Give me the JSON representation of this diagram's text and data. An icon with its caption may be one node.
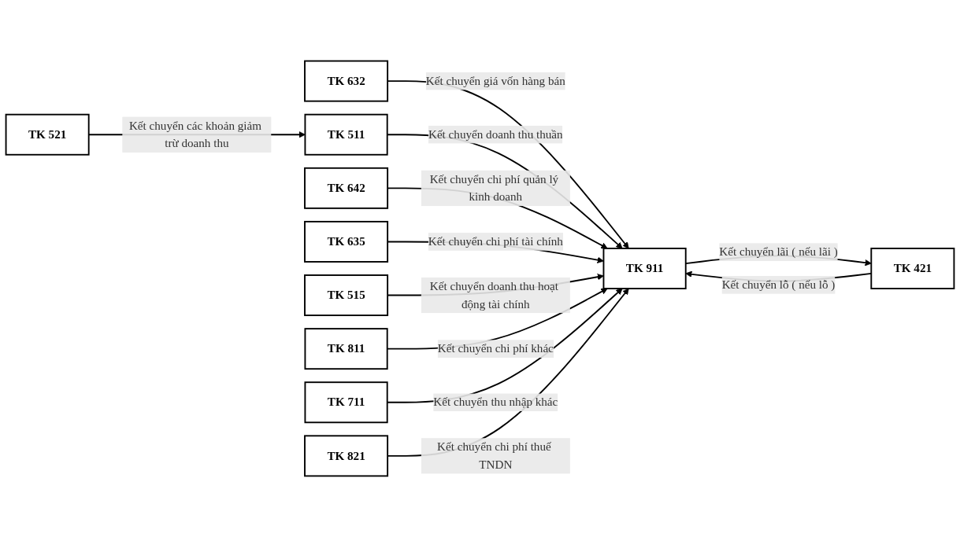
{
  "diagram": {
    "nodes": [
      {
        "text": [
          "TK 632"
        ]
      },
      {
        "text": [
          "TK 911"
        ]
      },
      {
        "text": [
          "TK 521"
        ]
      },
      {
        "text": [
          "TK 511"
        ]
      },
      {
        "text": [
          "TK 642"
        ]
      },
      {
        "text": [
          "TK 635"
        ]
      },
      {
        "text": [
          "TK 515"
        ]
      },
      {
        "text": [
          "TK 811"
        ]
      },
      {
        "text": [
          "TK 711"
        ]
      },
      {
        "text": [
          "TK 821"
        ]
      },
      {
        "text": [
          "TK 421"
        ]
      }
    ],
    "edges": [
      {
        "from": 0,
        "to": 1,
        "arrow": "to",
        "label": "Kết chuyển giá vốn hàng bán"
      },
      {
        "from": 2,
        "to": 3,
        "arrow": "to",
        "label": "Kết chuyển các khoản giảm trừ doanh thu"
      },
      {
        "from": 3,
        "to": 1,
        "arrow": "to",
        "label": "Kết chuyển doanh thu thuần"
      },
      {
        "from": 4,
        "to": 1,
        "arrow": "to",
        "label": "Kết chuyển chi phí quản lý kinh doanh"
      },
      {
        "from": 5,
        "to": 1,
        "arrow": "to",
        "label": "Kết chuyển chi phí tài chính"
      },
      {
        "from": 6,
        "to": 1,
        "arrow": "to",
        "label": "Kết chuyển doanh thu hoạt động tài chính"
      },
      {
        "from": 7,
        "to": 1,
        "arrow": "to",
        "label": "Kết chuyển chi phí khác"
      },
      {
        "from": 8,
        "to": 1,
        "arrow": "to",
        "label": "Kết chuyển thu nhập khác"
      },
      {
        "from": 9,
        "to": 1,
        "arrow": "to",
        "label": "Kết chuyển chi phí thuế TNDN"
      },
      {
        "from": 10,
        "to": 1,
        "arrow": "to",
        "label": "Kết chuyển lỗ ( nếu lỗ )"
      },
      {
        "from": 1,
        "to": 10,
        "arrow": "to",
        "label": "Kết chuyển lãi ( nếu lãi )"
      }
    ]
  }
}
